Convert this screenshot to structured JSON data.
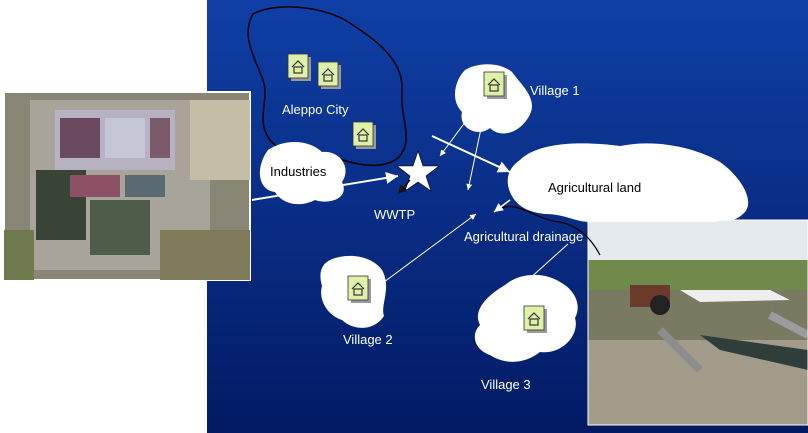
{
  "labels": {
    "aleppo_city": "Aleppo City",
    "village_1": "Village 1",
    "village_2": "Village 2",
    "village_3": "Village 3",
    "industries": "Industries",
    "wwtp": "WWTP",
    "agricultural_land": "Agricultural land",
    "agricultural_drainage": "Agricultural drainage"
  },
  "colors": {
    "background_top": "#0f3fa6",
    "background_bottom": "#021a63",
    "cloud_fill": "#ffffff",
    "house_card": "#dff0a8",
    "house_shadow": "#9a9a9a"
  }
}
